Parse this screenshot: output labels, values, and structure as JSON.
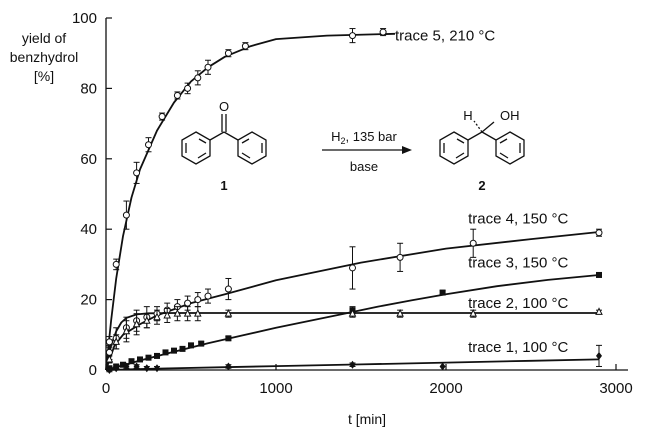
{
  "chart_data": {
    "type": "scatter",
    "title": "",
    "ylabel_lines": [
      "yield of",
      "benzhydrol",
      "[%]"
    ],
    "xlabel": "t [min]",
    "xlim": [
      0,
      3000
    ],
    "ylim": [
      0,
      100
    ],
    "xticks": [
      0,
      1000,
      2000,
      3000
    ],
    "yticks": [
      0,
      20,
      40,
      60,
      80,
      100
    ],
    "grid": false,
    "series": [
      {
        "name": "trace 5, 210 °C",
        "marker": "circle-open",
        "points": [
          [
            20,
            8
          ],
          [
            60,
            30
          ],
          [
            120,
            44
          ],
          [
            180,
            56
          ],
          [
            250,
            64
          ],
          [
            330,
            72
          ],
          [
            420,
            78
          ],
          [
            480,
            80
          ],
          [
            540,
            83
          ],
          [
            600,
            86
          ],
          [
            720,
            90
          ],
          [
            820,
            92
          ],
          [
            1450,
            95
          ],
          [
            1630,
            96
          ]
        ],
        "errors": [
          1.5,
          1.5,
          4,
          3,
          2,
          1,
          1,
          1.5,
          2,
          2,
          1,
          1,
          2,
          1
        ],
        "fit": [
          [
            0,
            0
          ],
          [
            30,
            14
          ],
          [
            60,
            26
          ],
          [
            100,
            38
          ],
          [
            150,
            49
          ],
          [
            200,
            57
          ],
          [
            300,
            68
          ],
          [
            400,
            76
          ],
          [
            500,
            82
          ],
          [
            600,
            86
          ],
          [
            700,
            89
          ],
          [
            850,
            92
          ],
          [
            1000,
            94
          ],
          [
            1300,
            95
          ],
          [
            1700,
            95.5
          ]
        ]
      },
      {
        "name": "trace 4, 150 °C",
        "marker": "circle-open",
        "points": [
          [
            20,
            5
          ],
          [
            60,
            9
          ],
          [
            120,
            12
          ],
          [
            180,
            14
          ],
          [
            240,
            15
          ],
          [
            300,
            16
          ],
          [
            360,
            17
          ],
          [
            420,
            18
          ],
          [
            480,
            19
          ],
          [
            540,
            20
          ],
          [
            600,
            21
          ],
          [
            720,
            23
          ],
          [
            1450,
            29
          ],
          [
            1730,
            32
          ],
          [
            2160,
            36
          ],
          [
            2900,
            39
          ]
        ],
        "errors": [
          2,
          3,
          3,
          3,
          3,
          2,
          2,
          2,
          2,
          2,
          2,
          3,
          6,
          4,
          4,
          1
        ],
        "fit": [
          [
            0,
            0
          ],
          [
            50,
            7
          ],
          [
            100,
            10
          ],
          [
            200,
            13
          ],
          [
            300,
            15.5
          ],
          [
            500,
            19
          ],
          [
            700,
            21.5
          ],
          [
            1000,
            25.5
          ],
          [
            1500,
            30.5
          ],
          [
            2000,
            34.5
          ],
          [
            2500,
            37.2
          ],
          [
            2900,
            39.2
          ]
        ]
      },
      {
        "name": "trace 3, 150 °C",
        "marker": "square-filled",
        "points": [
          [
            20,
            0.5
          ],
          [
            60,
            1
          ],
          [
            100,
            1.5
          ],
          [
            150,
            2.5
          ],
          [
            200,
            3
          ],
          [
            250,
            3.5
          ],
          [
            300,
            4
          ],
          [
            350,
            5
          ],
          [
            400,
            5.5
          ],
          [
            450,
            6
          ],
          [
            500,
            7
          ],
          [
            560,
            7.5
          ],
          [
            720,
            9
          ],
          [
            1450,
            17
          ],
          [
            1980,
            22
          ],
          [
            2900,
            27
          ]
        ],
        "errors": [
          0.5,
          0.5,
          0.5,
          0.5,
          0.5,
          0.5,
          0.5,
          0.5,
          0.5,
          0.5,
          0.5,
          0.5,
          0.5,
          1,
          0.5,
          0.5
        ],
        "fit": [
          [
            0,
            0
          ],
          [
            200,
            2.7
          ],
          [
            400,
            5.2
          ],
          [
            600,
            7.6
          ],
          [
            800,
            9.8
          ],
          [
            1000,
            12
          ],
          [
            1200,
            14
          ],
          [
            1400,
            16
          ],
          [
            1600,
            18
          ],
          [
            1800,
            19.8
          ],
          [
            2000,
            21.5
          ],
          [
            2300,
            23.8
          ],
          [
            2600,
            25.6
          ],
          [
            2900,
            27
          ]
        ]
      },
      {
        "name": "trace 2, 100 °C",
        "marker": "triangle-open",
        "points": [
          [
            20,
            3
          ],
          [
            60,
            8
          ],
          [
            120,
            11
          ],
          [
            180,
            13
          ],
          [
            240,
            14
          ],
          [
            300,
            15
          ],
          [
            360,
            15.5
          ],
          [
            420,
            16
          ],
          [
            480,
            16
          ],
          [
            540,
            16
          ],
          [
            720,
            16
          ],
          [
            1450,
            16
          ],
          [
            1730,
            16
          ],
          [
            2160,
            16
          ],
          [
            2900,
            16.5
          ]
        ],
        "errors": [
          1,
          2,
          3,
          3,
          2,
          2,
          2,
          2,
          2,
          2,
          1,
          1,
          1,
          1,
          0.5
        ],
        "fit": [
          [
            0,
            0
          ],
          [
            30,
            7
          ],
          [
            60,
            11
          ],
          [
            90,
            13.5
          ],
          [
            120,
            14.8
          ],
          [
            180,
            15.8
          ],
          [
            250,
            16.1
          ],
          [
            400,
            16.2
          ],
          [
            1000,
            16.2
          ],
          [
            2900,
            16.2
          ]
        ]
      },
      {
        "name": "trace 1, 100 °C",
        "marker": "diamond-filled",
        "points": [
          [
            20,
            0
          ],
          [
            60,
            0.5
          ],
          [
            120,
            1
          ],
          [
            180,
            1
          ],
          [
            240,
            0.5
          ],
          [
            300,
            0.5
          ],
          [
            720,
            1
          ],
          [
            1450,
            1.5
          ],
          [
            1980,
            1
          ],
          [
            2900,
            4
          ]
        ],
        "errors": [
          0.5,
          0.5,
          0.5,
          0.5,
          0.5,
          0.5,
          0.5,
          0.5,
          1,
          3
        ],
        "fit": [
          [
            0,
            0
          ],
          [
            300,
            0.4
          ],
          [
            700,
            0.8
          ],
          [
            1000,
            1.1
          ],
          [
            1500,
            1.6
          ],
          [
            2000,
            2.1
          ],
          [
            2500,
            2.6
          ],
          [
            2900,
            3
          ]
        ]
      }
    ],
    "annotations": [
      {
        "text": "trace 5, 210 °C",
        "x": 1700,
        "y": 95
      },
      {
        "text": "trace 4, 150 °C",
        "x": 2130,
        "y": 43
      },
      {
        "text": "trace 3, 150 °C",
        "x": 2130,
        "y": 30.5
      },
      {
        "text": "trace 2, 100 °C",
        "x": 2130,
        "y": 19
      },
      {
        "text": "trace 1, 100 °C",
        "x": 2130,
        "y": 6.5
      }
    ],
    "scheme": {
      "reactant_number": "1",
      "product_number": "2",
      "condition_top": "H",
      "condition_top_sub": "2",
      "condition_top_rest": ", 135 bar",
      "condition_bottom": "base",
      "atom_o": "O",
      "atom_h": "H",
      "atom_oh": "OH"
    }
  }
}
